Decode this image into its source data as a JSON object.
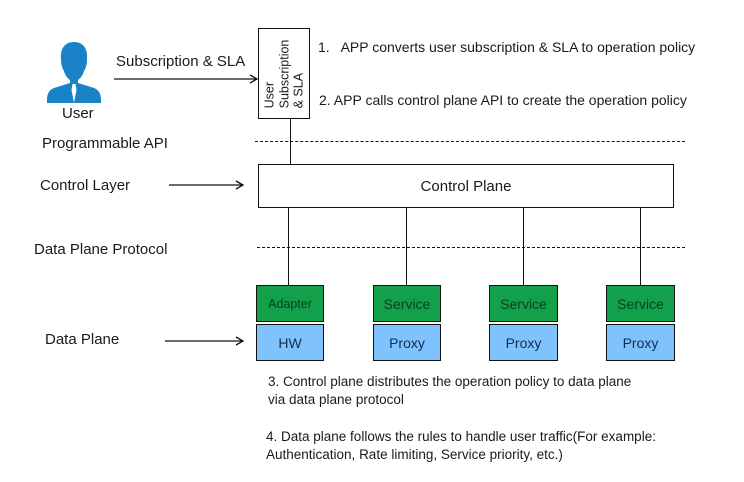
{
  "user": {
    "label": "User",
    "icon": "user-icon",
    "icon_color": "#1a82c7"
  },
  "subscription_arrow_label": "Subscription & SLA",
  "subscription_box": {
    "lines": [
      "User",
      "Subscription",
      "& SLA"
    ]
  },
  "steps": {
    "step1": "1.   APP converts user subscription & SLA to operation policy",
    "step2": "2. APP calls control plane API to create the operation policy",
    "step3_line1": "3. Control plane distributes the operation policy to data plane",
    "step3_line2": "via data plane protocol",
    "step4_line1": "4. Data plane follows the rules to handle user traffic(For example:",
    "step4_line2": "Authentication, Rate limiting, Service priority, etc.)"
  },
  "layers": {
    "programmable_api": "Programmable API",
    "control_layer": "Control  Layer",
    "data_plane_protocol": "Data Plane Protocol",
    "data_plane": "Data   Plane"
  },
  "control_plane": {
    "label": "Control Plane"
  },
  "nodes": [
    {
      "top": "Adapter",
      "bottom": "HW"
    },
    {
      "top": "Service",
      "bottom": "Proxy"
    },
    {
      "top": "Service",
      "bottom": "Proxy"
    },
    {
      "top": "Service",
      "bottom": "Proxy"
    }
  ],
  "colors": {
    "node_top": "#12a14a",
    "node_bottom": "#80c2fd",
    "user_icon": "#1a82c7"
  }
}
